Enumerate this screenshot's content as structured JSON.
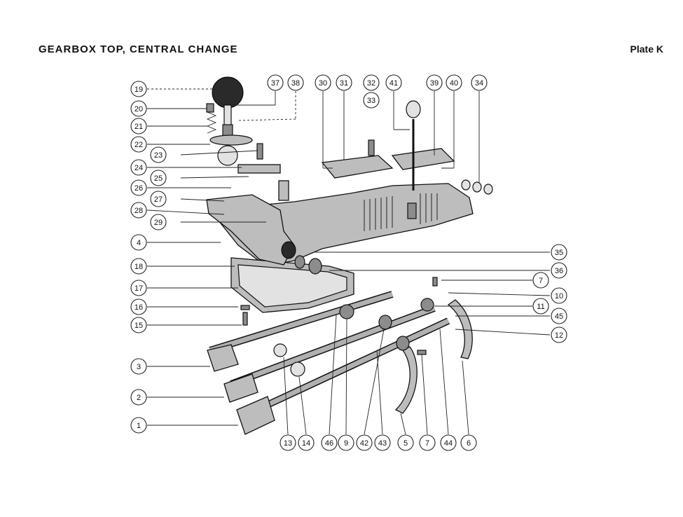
{
  "header": {
    "title": "GEARBOX TOP, CENTRAL CHANGE",
    "plate": "Plate K"
  },
  "callouts": {
    "left": [
      "19",
      "20",
      "21",
      "22",
      "23",
      "24",
      "25",
      "26",
      "27",
      "28",
      "29",
      "4",
      "18",
      "17",
      "16",
      "15",
      "3",
      "2",
      "1"
    ],
    "top": [
      "37",
      "38",
      "30",
      "31",
      "32",
      "33",
      "41",
      "39",
      "40",
      "34"
    ],
    "right": [
      "35",
      "36",
      "7",
      "10",
      "11",
      "45",
      "12"
    ],
    "bottom": [
      "13",
      "14",
      "46",
      "9",
      "42",
      "43",
      "5",
      "7",
      "44",
      "6"
    ]
  },
  "colors": {
    "ink": "#111111",
    "paper": "#ffffff",
    "part_fill": "#bdbdbd"
  }
}
